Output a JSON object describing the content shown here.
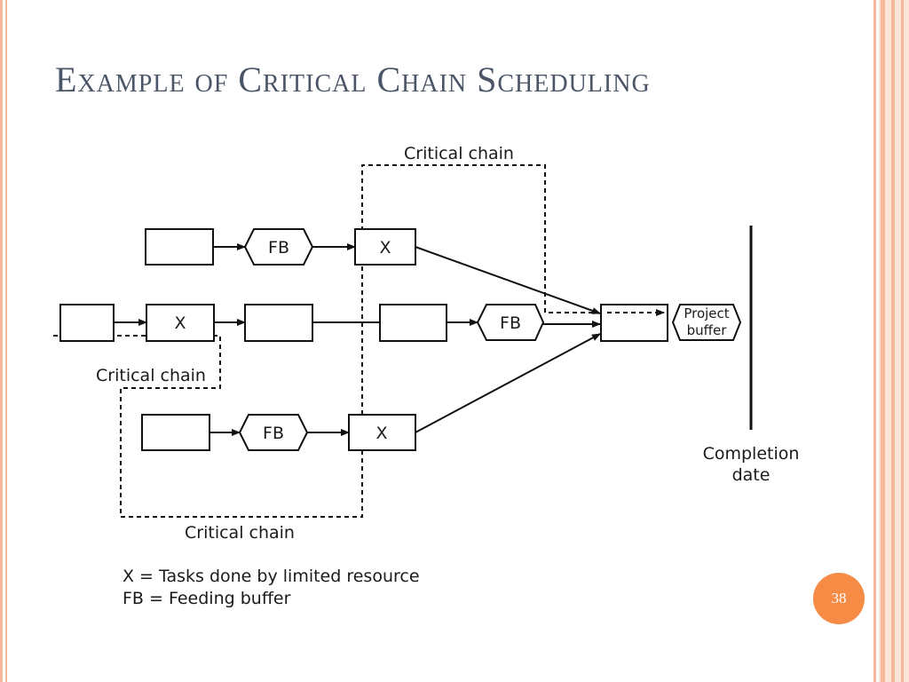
{
  "slide": {
    "title": "Example of Critical Chain Scheduling",
    "page_number": "38",
    "colors": {
      "title": "#4a5568",
      "badge": "#f58b45",
      "border_stripes": "#f5b79a",
      "border_fill": "#fbe4d8",
      "diagram_ink": "#111111"
    }
  },
  "diagram": {
    "task_marker": "X",
    "feeding_buffer_label": "FB",
    "project_buffer_line1": "Project",
    "project_buffer_line2": "buffer",
    "completion_line1": "Completion",
    "completion_line2": "date",
    "critical_chain_top": "Critical chain",
    "critical_chain_left": "Critical chain",
    "critical_chain_bottom": "Critical chain",
    "legend_line1": "X = Tasks done by limited resource",
    "legend_line2": "FB = Feeding buffer"
  }
}
